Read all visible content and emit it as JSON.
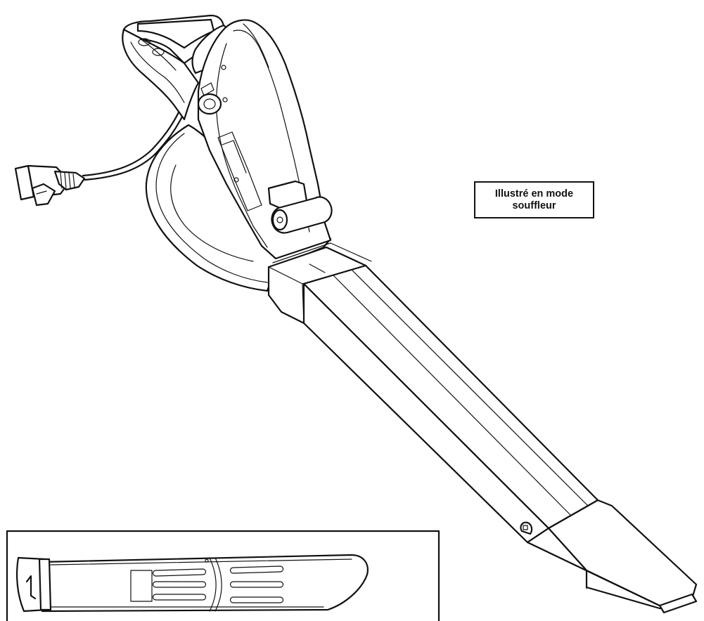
{
  "callout": {
    "line1": "Illustré en mode",
    "line2": "souffleur"
  },
  "parts": {
    "main": "leaf-blower-illustration",
    "inset": "vacuum-tube-accessory"
  },
  "colors": {
    "line": "#111111",
    "background": "#ffffff"
  }
}
